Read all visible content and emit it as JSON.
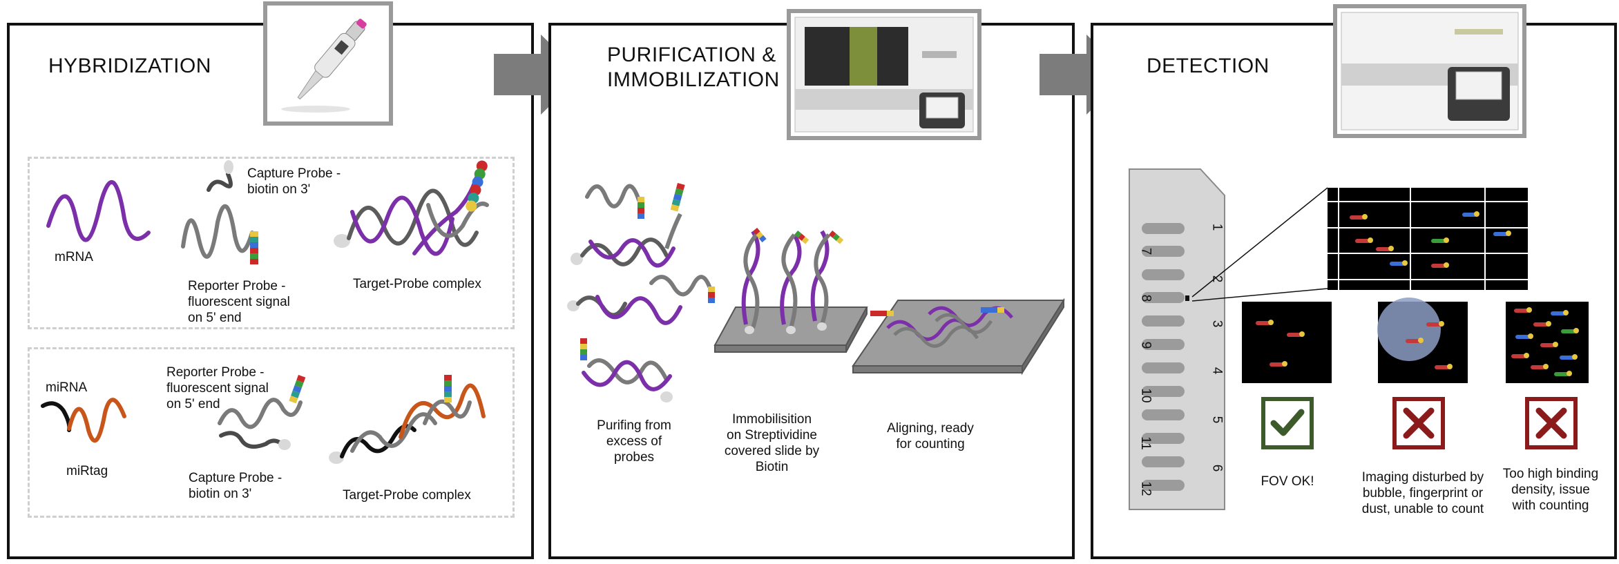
{
  "panels": {
    "hybridization": {
      "title": "HYBRIDIZATION",
      "mrna_box": {
        "mrna_label": "mRNA",
        "capture_probe_label": "Capture Probe -\nbiotin on 3'",
        "reporter_probe_label": "Reporter Probe -\nfluorescent signal\non 5' end",
        "complex_label": "Target-Probe complex"
      },
      "mirna_box": {
        "mirna_label": "miRNA",
        "mirtag_label": "miRtag",
        "reporter_probe_label": "Reporter Probe -\nfluorescent signal\non 5' end",
        "capture_probe_label": "Capture Probe -\nbiotin on 3'",
        "complex_label": "Target-Probe complex"
      }
    },
    "purification": {
      "title": "PURIFICATION &\nIMMOBILIZATION",
      "step1_label": "Purifing from\nexcess of\nprobes",
      "step2_label": "Immobilisition\non Streptividine\ncovered slide by\nBiotin",
      "step3_label": "Aligning, ready\nfor counting"
    },
    "detection": {
      "title": "DETECTION",
      "cartridge_lanes": [
        "1",
        "7",
        "2",
        "8",
        "3",
        "9",
        "4",
        "10",
        "5",
        "11",
        "6",
        "12"
      ],
      "fov_ok_label": "FOV OK!",
      "fov_bubble_label": "Imaging disturbed by\nbubble, fingerprint or\ndust, unable to count",
      "fov_density_label": "Too high binding\ndensity, issue\nwith counting"
    }
  },
  "colors": {
    "purple": "#7b2fa8",
    "orange": "#c8561a",
    "gray_strand": "#7a7a7a",
    "ok_green": "#3d5a2b",
    "bad_red": "#8b1a1a",
    "arrow_gray": "#7c7c7c"
  }
}
